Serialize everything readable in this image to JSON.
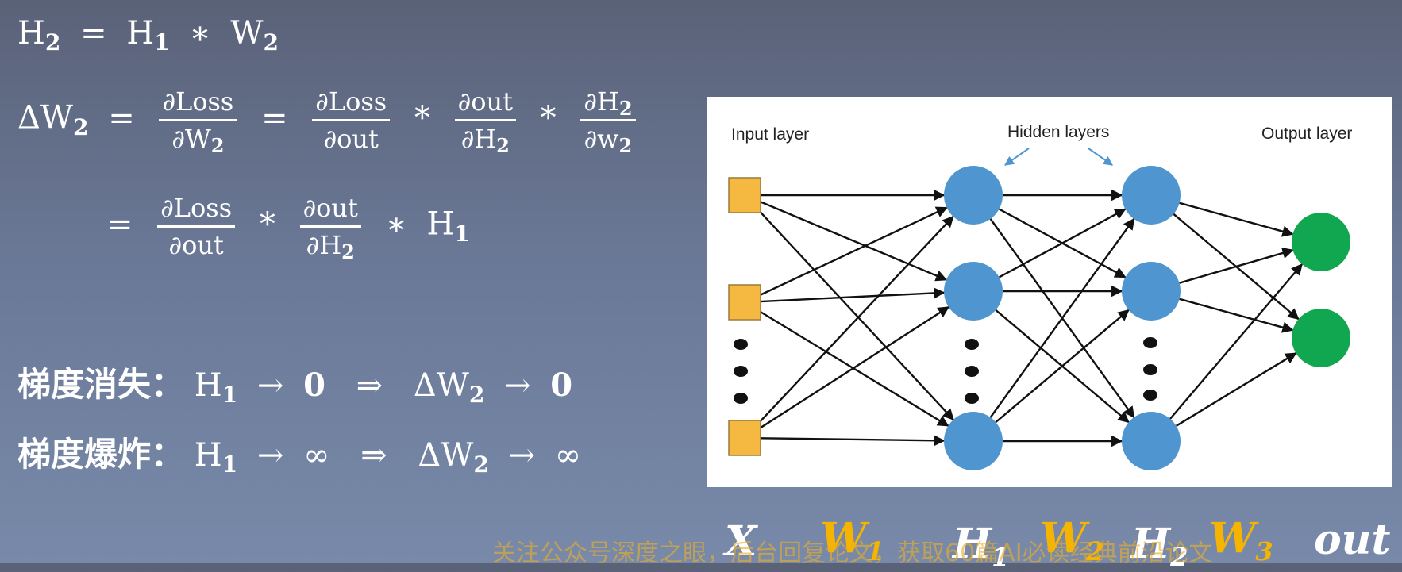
{
  "equations": {
    "h2": {
      "lhs": "H",
      "lhs_sub": "2",
      "eq": "=",
      "a": "H",
      "a_sub": "1",
      "times": "∗",
      "b": "W",
      "b_sub": "2"
    },
    "dw2": {
      "lhs": "ΔW",
      "lhs_sub": "2",
      "eq": "=",
      "f1_num": "∂Loss",
      "f1_den": "∂W",
      "f1_den_sub": "2",
      "eq2": "=",
      "f2_num": "∂Loss",
      "f2_den": "∂out",
      "star1": "*",
      "f3_num": "∂out",
      "f3_den": "∂H",
      "f3_den_sub": "2",
      "star2": "*",
      "f4_num": "∂H",
      "f4_num_sub": "2",
      "f4_den": "∂w",
      "f4_den_sub": "2"
    },
    "dw2_simplified": {
      "eq": "=",
      "f1_num": "∂Loss",
      "f1_den": "∂out",
      "star": "*",
      "f2_num": "∂out",
      "f2_den": "∂H",
      "f2_den_sub": "2",
      "times": "∗",
      "h": "H",
      "h_sub": "1"
    }
  },
  "vanishing": {
    "label": "梯度消失：",
    "h": "H",
    "h_sub": "1",
    "arrow": "→",
    "limit": "0",
    "implies": "⇒",
    "dw": "ΔW",
    "dw_sub": "2",
    "arrow2": "→",
    "limit2": "0"
  },
  "exploding": {
    "label": "梯度爆炸：",
    "h": "H",
    "h_sub": "1",
    "arrow": "→",
    "limit": "∞",
    "implies": "⇒",
    "dw": "ΔW",
    "dw_sub": "2",
    "arrow2": "→",
    "limit2": "∞"
  },
  "diagram": {
    "input_layer_label": "Input layer",
    "hidden_layers_label": "Hidden layers",
    "output_layer_label": "Output layer",
    "colors": {
      "input": "#f5b942",
      "hidden": "#4f95cf",
      "output": "#11a650"
    }
  },
  "bottom_labels": {
    "x": "X",
    "w1": "W",
    "w1_sub": "1",
    "h1": "H",
    "h1_sub": "1",
    "w2": "W",
    "w2_sub": "2",
    "h2": "H",
    "h2_sub": "2",
    "w3": "W",
    "w3_sub": "3",
    "out": "out"
  },
  "watermark": "关注公众号深度之眼，后台回复论文，获取60篇AI必读经典前沿论文"
}
